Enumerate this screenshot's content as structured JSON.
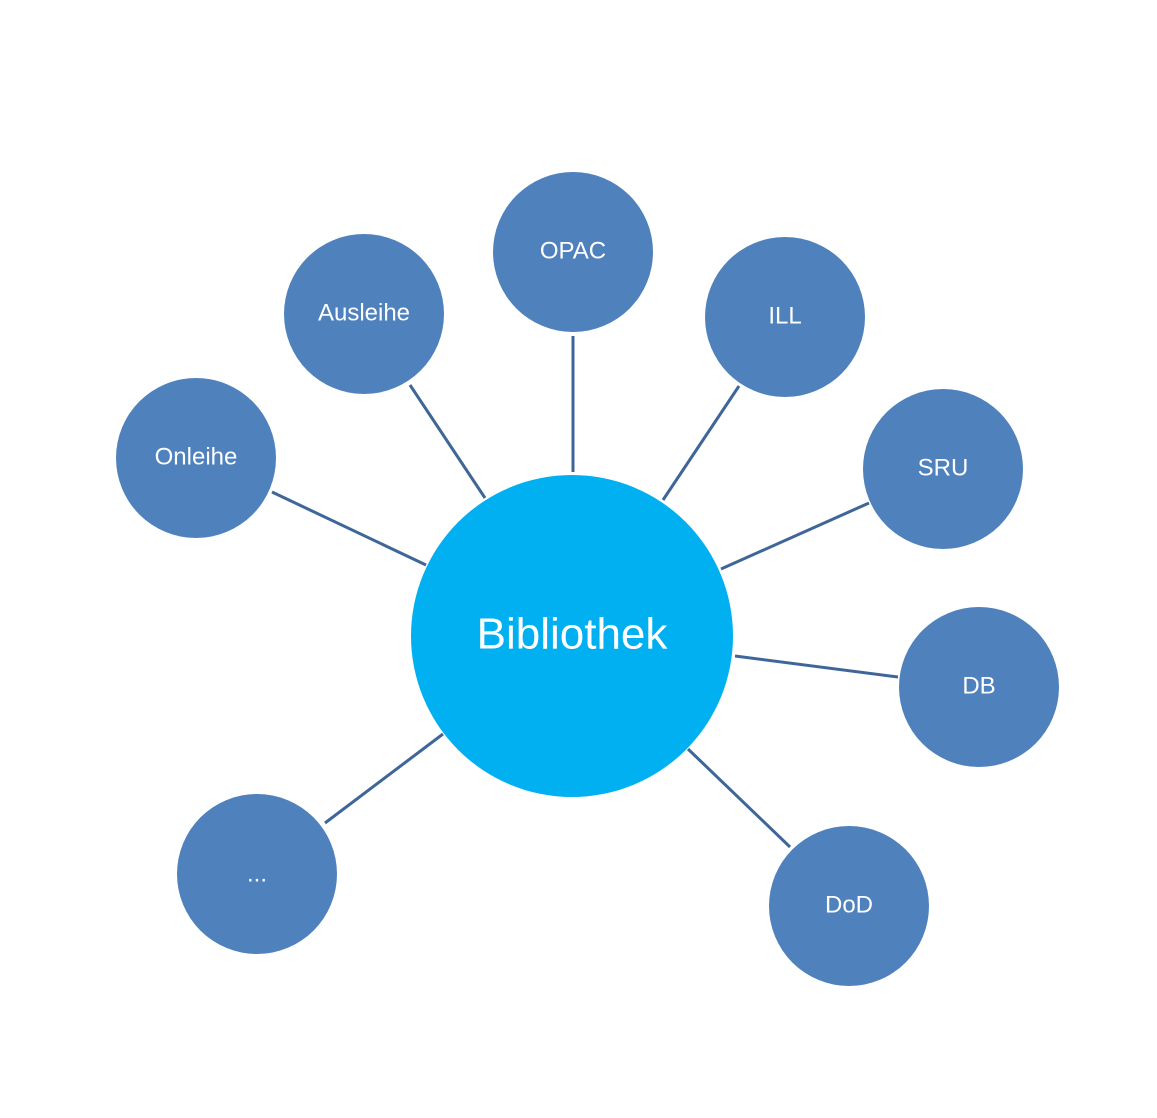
{
  "hub": {
    "label": "Bibliothek",
    "color": "#00b0f0"
  },
  "node_color": "#4f81bd",
  "connector_color": "#3e6699",
  "label_color": "#ffffff",
  "satellites": [
    {
      "id": "opac",
      "label": "OPAC"
    },
    {
      "id": "ausleihe",
      "label": "Ausleihe"
    },
    {
      "id": "ill",
      "label": "ILL"
    },
    {
      "id": "onleihe",
      "label": "Onleihe"
    },
    {
      "id": "sru",
      "label": "SRU"
    },
    {
      "id": "db",
      "label": "DB"
    },
    {
      "id": "more",
      "label": "..."
    },
    {
      "id": "dod",
      "label": "DoD"
    }
  ]
}
